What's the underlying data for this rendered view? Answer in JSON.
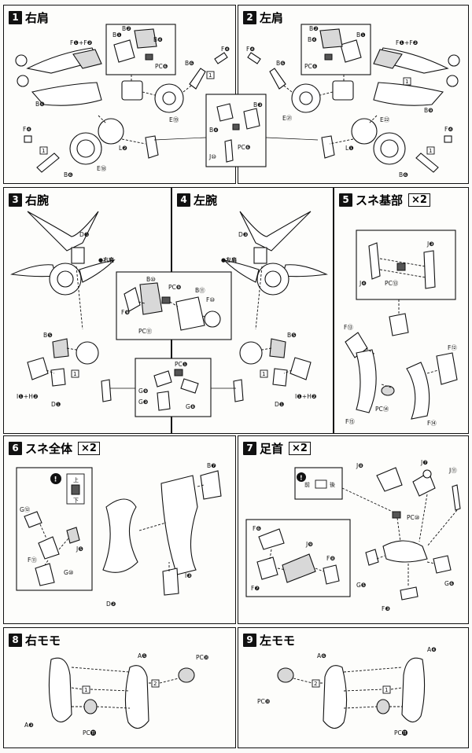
{
  "steps": [
    {
      "num": "1",
      "title": "右肩",
      "mult": ""
    },
    {
      "num": "2",
      "title": "左肩",
      "mult": ""
    },
    {
      "num": "3",
      "title": "右腕",
      "mult": ""
    },
    {
      "num": "4",
      "title": "左腕",
      "mult": ""
    },
    {
      "num": "5",
      "title": "スネ基部",
      "mult": "×2"
    },
    {
      "num": "6",
      "title": "スネ全体",
      "mult": "×2"
    },
    {
      "num": "7",
      "title": "足首",
      "mult": "×2"
    },
    {
      "num": "8",
      "title": "右モモ",
      "mult": ""
    },
    {
      "num": "9",
      "title": "左モモ",
      "mult": ""
    }
  ],
  "labels": {
    "s1": {
      "f1f2": "F❶+F❷",
      "b1": "B❶",
      "b2": "B❷",
      "b4": "B❹",
      "pc6": "PC❻",
      "b6a": "B❻",
      "f4a": "F❹",
      "b9": "B❾",
      "e19": "E⑲",
      "l2": "L❷",
      "f4b": "F❹",
      "e18": "E⑱",
      "b6b": "B❻",
      "one_a": "1",
      "one_b": "1"
    },
    "s2": {
      "f1f2": "F❶+F❷",
      "b1": "B❶",
      "b2": "B❷",
      "b4": "B❹",
      "pc6": "PC❻",
      "b6a": "B❻",
      "f4a": "F❹",
      "b9": "B❾",
      "e21": "E㉑",
      "l1": "L❶",
      "f4b": "F❹",
      "e22": "E㉒",
      "b6b": "B❻",
      "one_a": "1",
      "one_b": "1"
    },
    "j": {
      "b3": "B❸",
      "b4": "B❹",
      "j10": "J⑩",
      "pc6": "PC❻"
    },
    "s3": {
      "d3": "D❸",
      "shoulder": "●右肩",
      "b5": "B❺",
      "i1h2": "I❶+H❷",
      "d1": "D❶",
      "one": "1"
    },
    "s4": {
      "d3": "D❸",
      "shoulder": "●左肩",
      "b5": "B❺",
      "i1h2": "I❶+H❷",
      "d1": "D❶",
      "one": "1"
    },
    "arm": {
      "b10": "B⑩",
      "pc9": "PC❾",
      "b11": "B⑪",
      "f9": "F❾",
      "f10": "F⑩",
      "pc11": "PC⑪"
    },
    "elbow": {
      "pc1": "PC❶",
      "g9": "G❾",
      "g3": "G❸",
      "g8": "G❽"
    },
    "s5": {
      "j3": "J❸",
      "j4": "J❹",
      "pc13": "PC⑬",
      "f13": "F⑬",
      "f12": "F⑫",
      "f15": "F⑮",
      "pc14": "PC⑭",
      "f14": "F⑭"
    },
    "s6": {
      "b7": "B❼",
      "g12": "G⑫",
      "j5": "J❺",
      "g10": "G⑩",
      "f11": "F⑪",
      "i3": "I❸",
      "d2": "D❷",
      "up": "上",
      "down": "下"
    },
    "s7": {
      "j8": "J❽",
      "j7": "J❼",
      "j11": "J⑪",
      "pc10": "PC⑩",
      "f6": "F❻",
      "j9": "J❾",
      "f8": "F❽",
      "f7": "F❼",
      "g5": "G❺",
      "g6": "G❻",
      "f3": "F❸",
      "front": "前",
      "back": "後"
    },
    "s8": {
      "a5": "A❺",
      "pcj": "PC❿",
      "a3": "A❸",
      "pck": "PC⓫",
      "one": "1",
      "two": "2"
    },
    "s9": {
      "a6": "A❻",
      "a4": "A❹",
      "pcj": "PC❿",
      "pck": "PC⓫",
      "one": "1",
      "two": "2"
    }
  }
}
